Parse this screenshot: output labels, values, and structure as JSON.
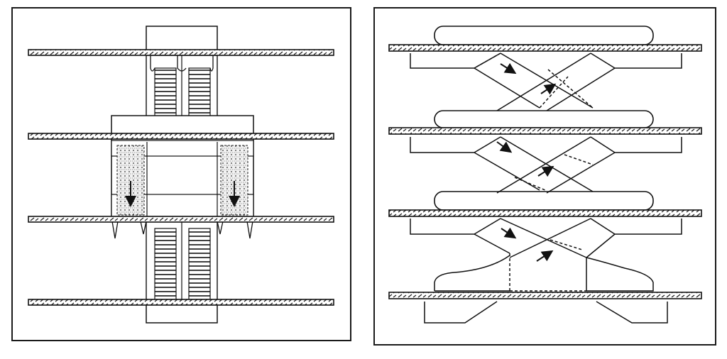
{
  "figure": {
    "panels": [
      {
        "id": "left",
        "layout": "stacked-parallel-escalators",
        "floors": 4
      },
      {
        "id": "right",
        "layout": "crisscross-escalators",
        "floors": 4
      }
    ]
  },
  "colors": {
    "line": "#1a1a1a",
    "background": "#ffffff",
    "hatch": "#2b2b2b"
  },
  "icons": [
    "arrow-icon",
    "floor-slab",
    "escalator-steps"
  ]
}
